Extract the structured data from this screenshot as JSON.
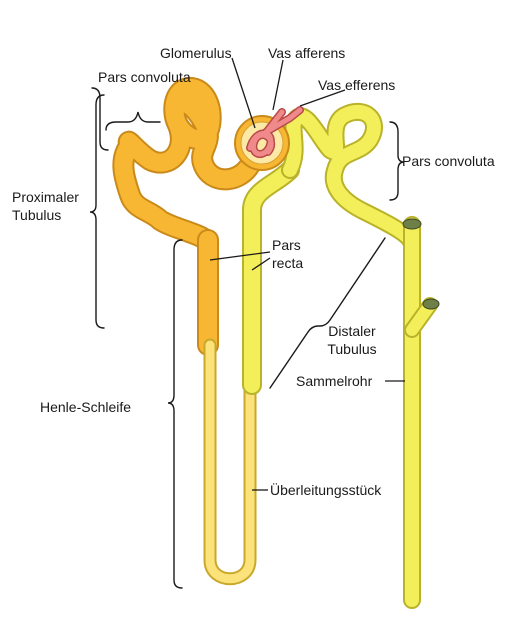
{
  "labels": {
    "glomerulus": "Glomerulus",
    "vas_afferens": "Vas afferens",
    "vas_efferens": "Vas efferens",
    "pars_convoluta_left": "Pars convoluta",
    "pars_convoluta_right": "Pars convoluta",
    "proximaler_line1": "Proximaler",
    "proximaler_line2": "Tubulus",
    "pars_recta_line1": "Pars",
    "pars_recta_line2": "recta",
    "distaler_line1": "Distaler",
    "distaler_line2": "Tubulus",
    "sammelrohr": "Sammelrohr",
    "henle_schleife": "Henle-Schleife",
    "ueberleitungsstueck": "Überleitungsstück"
  },
  "colors": {
    "proximal": "#f7b733",
    "proximal_edge": "#c98a1a",
    "distal": "#f2ef5a",
    "distal_edge": "#b9b22a",
    "loop": "#fbe27a",
    "vessel": "#f08a8a",
    "vessel_edge": "#b84a4a",
    "cap_green": "#6f7f48"
  }
}
